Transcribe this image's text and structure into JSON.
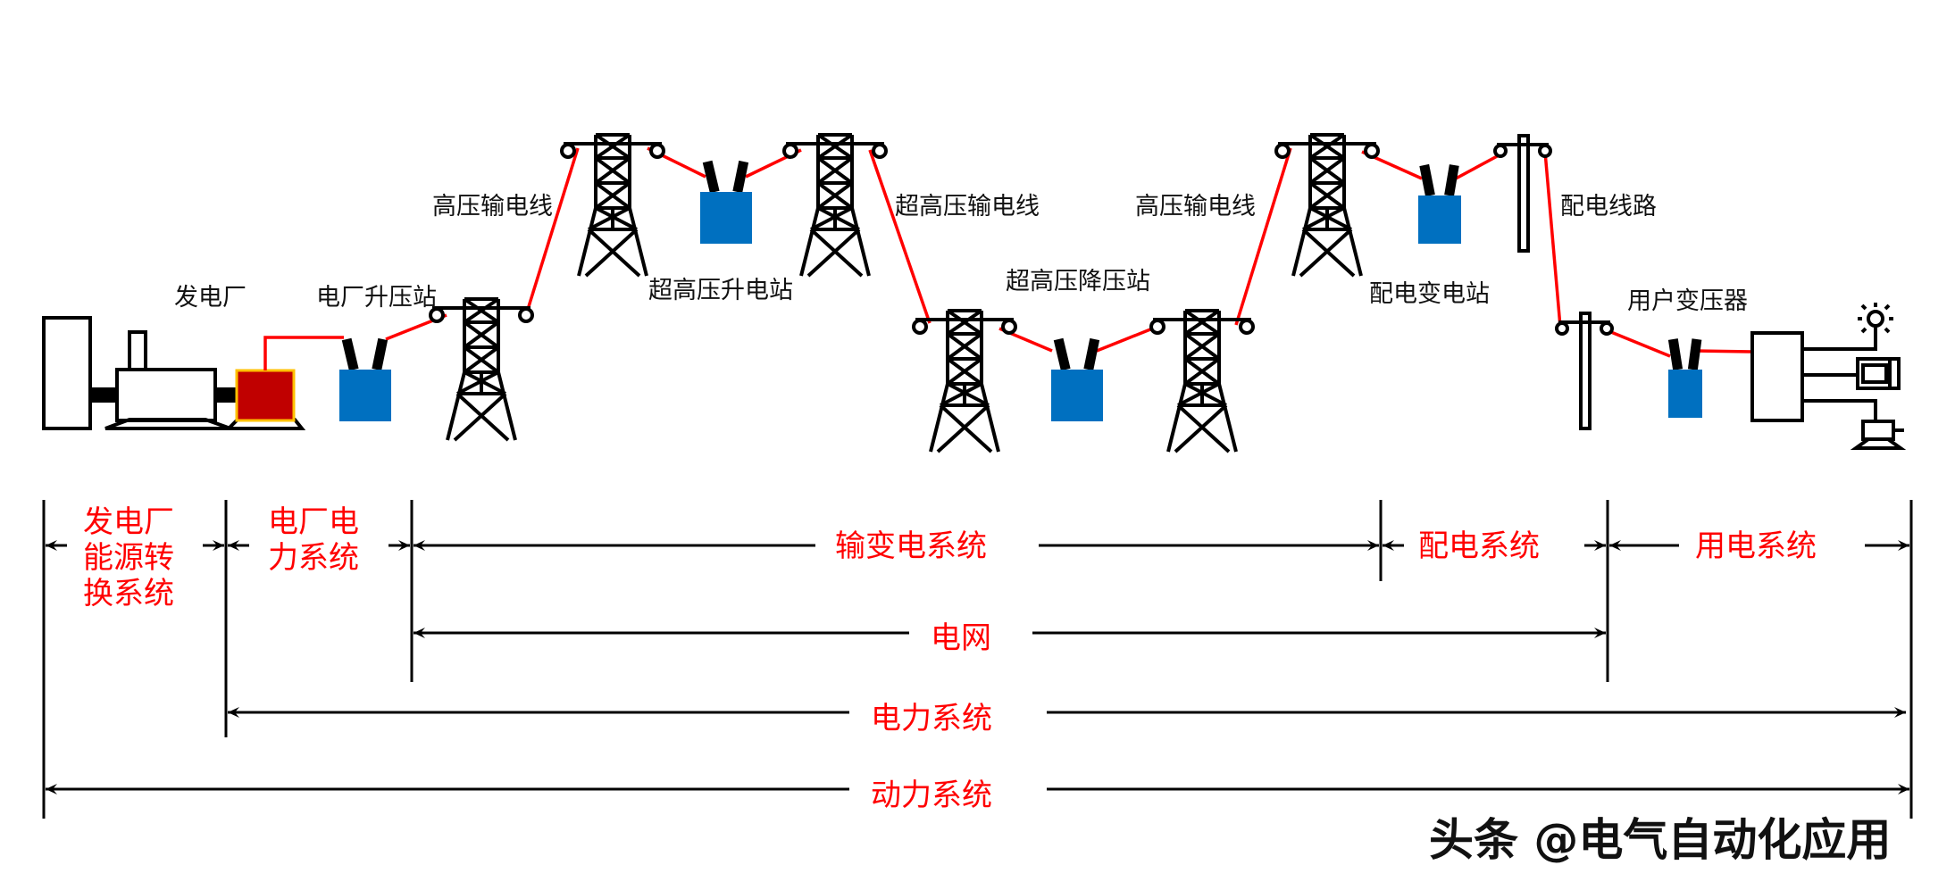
{
  "diagram": {
    "title": "电力系统组成示意图",
    "colors": {
      "wire": "#ff0000",
      "transformer": "#0070c0",
      "generator_box": "#c00000",
      "generator_box_border": "#ffc000",
      "span_label": "#ff0000",
      "outline": "#000000"
    },
    "component_labels": {
      "power_plant": "发电厂",
      "plant_step_up": "电厂升压站",
      "hv_line_1": "高压输电线",
      "ehv_step_up": "超高压升电站",
      "ehv_line": "超高压输电线",
      "ehv_step_down": "超高压降压站",
      "hv_line_2": "高压输电线",
      "distribution_substation": "配电变电站",
      "distribution_line": "配电线路",
      "user_transformer": "用户变压器"
    },
    "spans": [
      {
        "id": "energy_conversion",
        "label_lines": [
          "发电厂",
          "能源转",
          "换系统"
        ]
      },
      {
        "id": "plant_power",
        "label_lines": [
          "电厂电",
          "力系统"
        ]
      },
      {
        "id": "transmission",
        "label_lines": [
          "输变电系统"
        ]
      },
      {
        "id": "distribution",
        "label_lines": [
          "配电系统"
        ]
      },
      {
        "id": "consumption",
        "label_lines": [
          "用电系统"
        ]
      },
      {
        "id": "grid",
        "label_lines": [
          "电网"
        ]
      },
      {
        "id": "power_system",
        "label_lines": [
          "电力系统"
        ]
      },
      {
        "id": "motive_power_system",
        "label_lines": [
          "动力系统"
        ]
      }
    ],
    "loads": [
      "lamp",
      "monitor",
      "motor"
    ],
    "watermark": "头条 @电气自动化应用"
  }
}
